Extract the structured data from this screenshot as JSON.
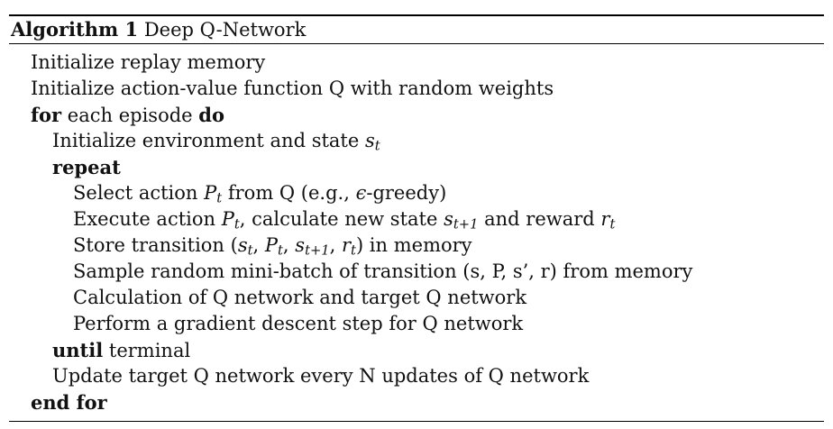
{
  "algorithm": {
    "number_label": "Algorithm 1",
    "title": "Deep Q-Network"
  },
  "lines": {
    "l1": "Initialize replay memory",
    "l2": "Initialize action-value function Q with random weights",
    "l3_kw1": "for",
    "l3_text": "each episode",
    "l3_kw2": "do",
    "l4_text": "Initialize environment and state",
    "l4_sym": "s",
    "l4_sub": "t",
    "l5_kw": "repeat",
    "l6_a": "Select action",
    "l6_sym": "P",
    "l6_sub": "t",
    "l6_b": "from Q (e.g.,",
    "l6_eps": "ϵ",
    "l6_c": "-greedy)",
    "l7_a": "Execute action",
    "l7_sym1": "P",
    "l7_sub1": "t",
    "l7_b": ", calculate new state",
    "l7_sym2": "s",
    "l7_sub2": "t+1",
    "l7_c": "and reward",
    "l7_sym3": "r",
    "l7_sub3": "t",
    "l8_a": "Store transition (",
    "l8_s1": "s",
    "l8_sub1": "t",
    "l8_comma1": ", ",
    "l8_s2": "P",
    "l8_sub2": "t",
    "l8_comma2": ", ",
    "l8_s3": "s",
    "l8_sub3": "t+1",
    "l8_comma3": ", ",
    "l8_s4": "r",
    "l8_sub4": "t",
    "l8_b": ") in memory",
    "l9": "Sample random mini-batch of transition (s, P, s’, r) from memory",
    "l10": "Calculation of Q network and target Q network",
    "l11": "Perform a gradient descent step for Q network",
    "l12_kw": "until",
    "l12_text": "terminal",
    "l13": "Update target Q network every N updates of Q network",
    "l14_kw": "end for"
  }
}
